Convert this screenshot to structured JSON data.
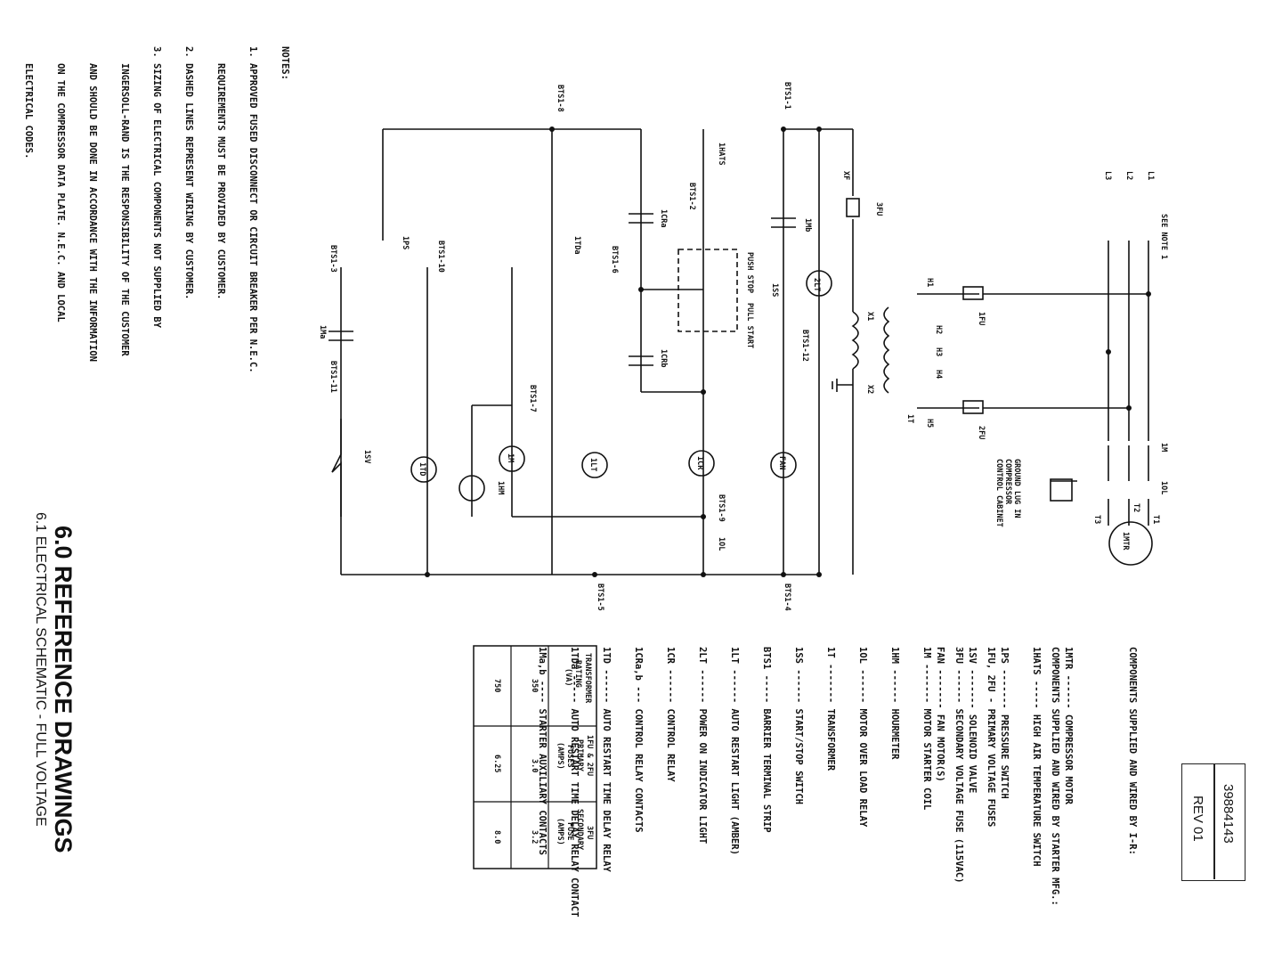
{
  "heading": {
    "title": "6.0 REFERENCE DRAWINGS",
    "subtitle": "6.1 ELECTRICAL SCHEMATIC - FULL VOLTAGE"
  },
  "document": {
    "number": "39884143",
    "revision": "REV 01"
  },
  "notes": {
    "title": "NOTES:",
    "items": [
      "1. APPROVED FUSED DISCONNECT OR CIRCUIT BREAKER PER N.E.C.",
      "   REQUIREMENTS MUST BE PROVIDED BY CUSTOMER.",
      "2. DASHED LINES REPRESENT WIRING BY CUSTOMER.",
      "3. SIZING OF ELECTRICAL COMPONENTS NOT SUPPLIED BY",
      "   INGERSOLL-RAND IS THE RESPONSIBILITY OF THE CUSTOMER",
      "   AND SHOULD BE DONE IN ACCORDANCE WITH THE INFORMATION",
      "   ON THE COMPRESSOR DATA PLATE. N.E.C. AND LOCAL",
      "   ELECTRICAL CODES."
    ]
  },
  "components_ir": {
    "title": "COMPONENTS SUPPLIED AND WIRED BY I-R:",
    "items": [
      "1MTR ------ COMPRESSOR MOTOR",
      "1HATS ----- HIGH AIR TEMPERATURE SWITCH",
      "1PS ------- PRESSURE SWITCH",
      "1SV ------- SOLENOID VALVE",
      "FAN ------- FAN MOTOR(S)"
    ]
  },
  "components_starter": {
    "title": "COMPONENTS SUPPLIED AND WIRED BY STARTER MFG.:",
    "items": [
      "1FU, 2FU - PRIMARY VOLTAGE FUSES",
      "3FU ------ SECONDARY VOLTAGE FUSE (115VAC)",
      "1M ------- MOTOR STARTER COIL",
      "1HM ------ HOURMETER",
      "1OL ------ MOTOR OVER LOAD RELAY",
      "1T ------- TRANSFORMER",
      "1SS ------ START/STOP SWITCH",
      "BTS1 ----- BARRIER TERMINAL STRIP",
      "1LT ------ AUTO RESTART LIGHT (AMBER)",
      "2LT ------ POWER ON INDICATOR LIGHT",
      "1CR ------ CONTROL RELAY",
      "1CRa,b --- CONTROL RELAY CONTACTS",
      "1TD ------ AUTO RESTART TIME DELAY RELAY",
      "1TDa ----- AUTO RESTART TIME DELAY RELAY CONTACT",
      "1Ma,b ---- STARTER AUXILIARY CONTACTS"
    ]
  },
  "fuse_table": {
    "headers": [
      [
        "TRANSFORMER",
        "RATING",
        "(VA)"
      ],
      [
        "1FU & 2FU",
        "PRIMARY",
        "FUSES",
        "(AMPS)"
      ],
      [
        "3FU",
        "SECONDARY",
        "FUSE",
        "(AMPS)"
      ]
    ],
    "rows": [
      [
        "350",
        "3.0",
        "3.2"
      ],
      [
        "750",
        "6.25",
        "8.0"
      ]
    ]
  },
  "schematic": {
    "see_note": "SEE NOTE 1",
    "lines": [
      "L1",
      "L2",
      "L3"
    ],
    "motor": "1MTR",
    "motor_terminals": [
      "T1",
      "T2",
      "T3"
    ],
    "overload": "1OL",
    "starter": "1M",
    "ground_lug": [
      "GROUND LUG IN",
      "COMPRESSOR",
      "CONTROL CABINET"
    ],
    "fuses": [
      "1FU",
      "2FU",
      "3FU"
    ],
    "primary_taps": [
      "H1",
      "H2",
      "H3",
      "H4",
      "H5"
    ],
    "secondary_taps": [
      "X1",
      "X2"
    ],
    "transformer": "1T",
    "xf": "XF",
    "terminals": [
      "BTS1-1",
      "BTS1-2",
      "BTS1-3",
      "BTS1-4",
      "BTS1-5",
      "BTS1-6",
      "BTS1-7",
      "BTS1-8",
      "BTS1-9",
      "BTS1-10",
      "BTS1-11",
      "BTS1-12"
    ],
    "loads": [
      "2LT",
      "FAN",
      "1CR",
      "1LT",
      "1M",
      "1HM",
      "1TD",
      "1SV"
    ],
    "contacts": [
      "1Mb",
      "1Ma",
      "1CRa",
      "1CRb",
      "1TDa",
      "1PS",
      "1HATS",
      "1SS",
      "1OL"
    ],
    "push_stop": "PUSH STOP",
    "pull_start": "PULL START"
  },
  "colors": {
    "ink": "#111111",
    "paper": "#ffffff"
  }
}
